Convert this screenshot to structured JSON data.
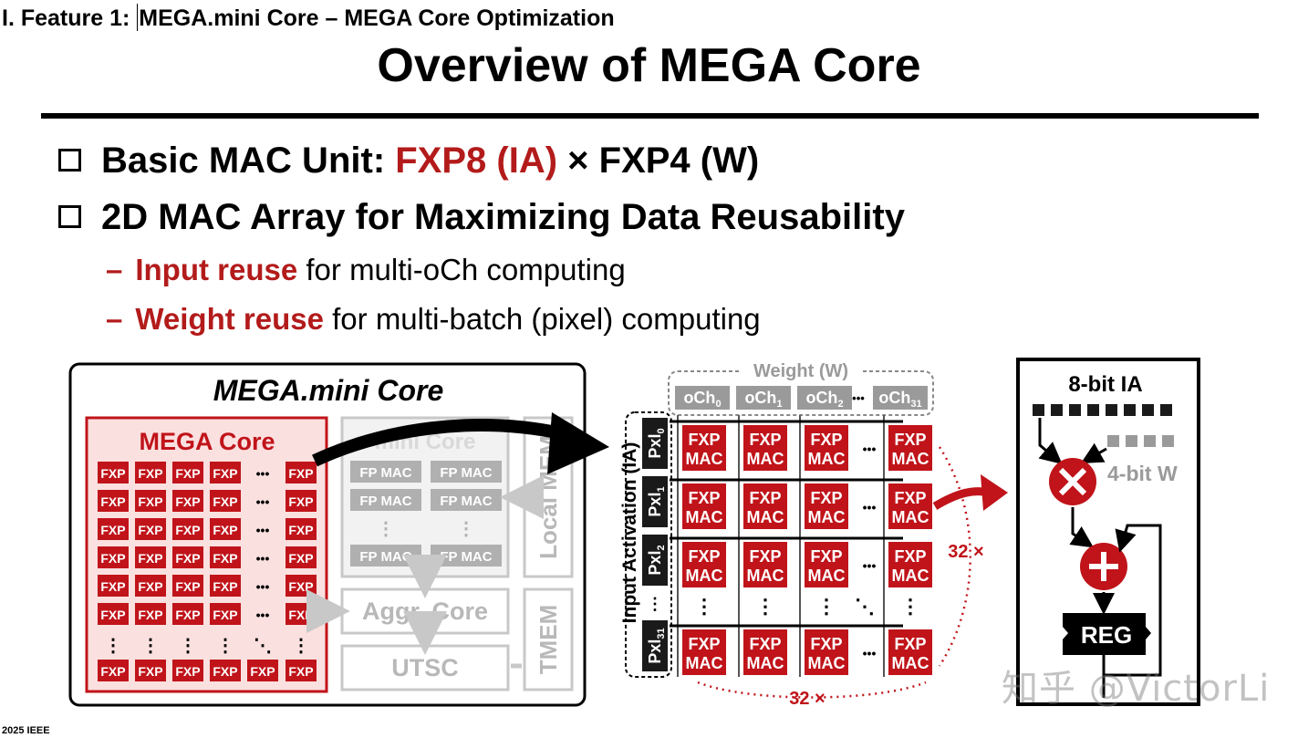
{
  "header": {
    "section_prefix": "I. Feature 1:",
    "section_rest": "MEGA.mini Core – MEGA Core Optimization",
    "title": "Overview of MEGA Core"
  },
  "bullets": [
    {
      "prefix": "Basic MAC Unit: ",
      "highlight": "FXP8 (IA)",
      "suffix": " × FXP4 (W)"
    },
    {
      "prefix": "2D MAC Array for Maximizing Data Reusability"
    }
  ],
  "subbullets": [
    {
      "dash": "–",
      "highlight": "Input reuse",
      "rest": " for multi-oCh computing"
    },
    {
      "dash": "–",
      "highlight": "Weight reuse",
      "rest": " for multi-batch (pixel) computing"
    }
  ],
  "mini_core": {
    "title": "MEGA.mini Core",
    "mega_core_label": "MEGA Core",
    "fxp_chip": "FXP",
    "mini_core_label": "mini Core",
    "fp_mac": "FP MAC",
    "local_mem": "Local MEM",
    "aggr_core": "Aggr. Core",
    "utsc": "UTSC",
    "tmem": "TMEM",
    "ellipsis_h": "•••",
    "ellipsis_v": "⋮",
    "ellipsis_d": "⋱"
  },
  "array": {
    "weight_label": "Weight (W)",
    "och": [
      "oCh",
      "oCh",
      "oCh",
      "oCh"
    ],
    "och_sub": [
      "0",
      "1",
      "2",
      "31"
    ],
    "ia_label": "Input Activation (IA)",
    "px": [
      "Pxl",
      "Pxl",
      "Pxl",
      "Pxl"
    ],
    "px_sub": [
      "0",
      "1",
      "2",
      "31"
    ],
    "mac_line1": "FXP",
    "mac_line2": "MAC",
    "count_right": "32 ×",
    "count_bottom": "32 ×",
    "dots": "•••"
  },
  "mac_unit": {
    "ia_bits": "8-bit IA",
    "w_bits": "4-bit W",
    "reg": "REG"
  },
  "footer": {
    "copyright": "2025 IEEE"
  },
  "watermark": "知乎 @VictorLi",
  "colors": {
    "accent_red": "#b31b1b",
    "chip_red": "#c0141a",
    "gray": "#9a9a9a",
    "light_gray": "#c8c8c8"
  }
}
